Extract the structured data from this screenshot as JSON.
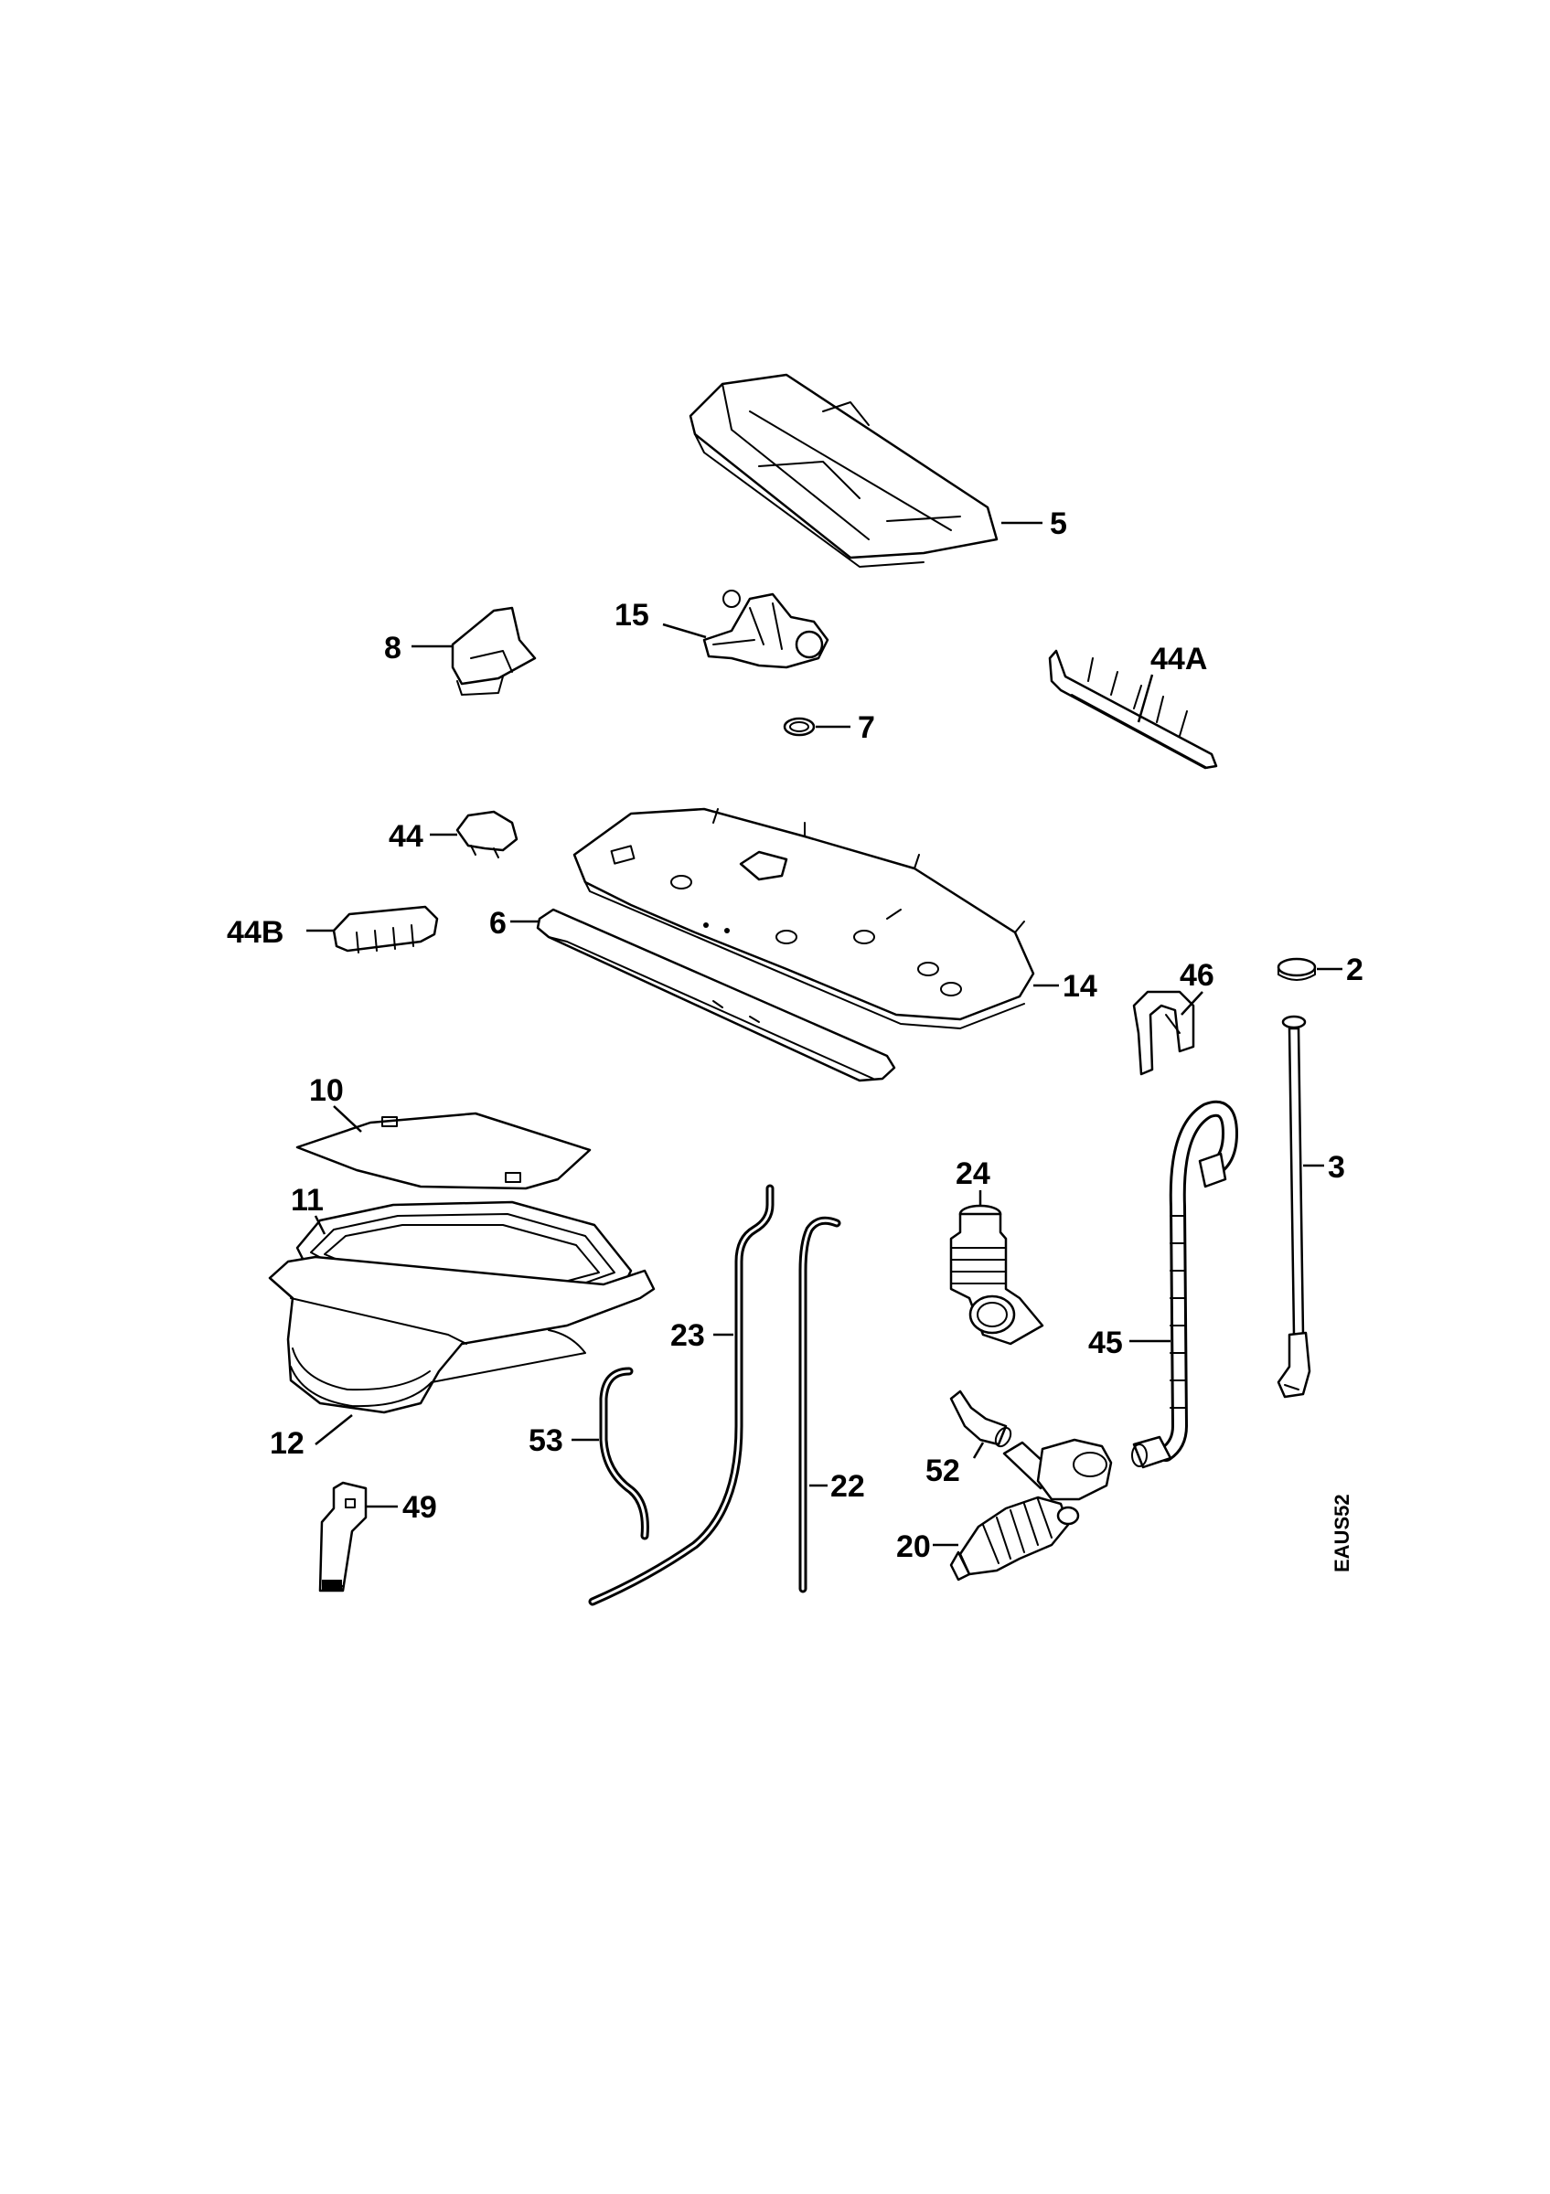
{
  "diagram": {
    "code": "EAUS52",
    "callouts": {
      "p5": "5",
      "p15": "15",
      "p8": "8",
      "p44A": "44A",
      "p7": "7",
      "p44": "44",
      "p44B": "44B",
      "p6": "6",
      "p14": "14",
      "p46": "46",
      "p2": "2",
      "p10": "10",
      "p3": "3",
      "p24": "24",
      "p11": "11",
      "p23": "23",
      "p45": "45",
      "p53": "53",
      "p22": "22",
      "p12": "12",
      "p52": "52",
      "p49": "49",
      "p20": "20"
    }
  }
}
